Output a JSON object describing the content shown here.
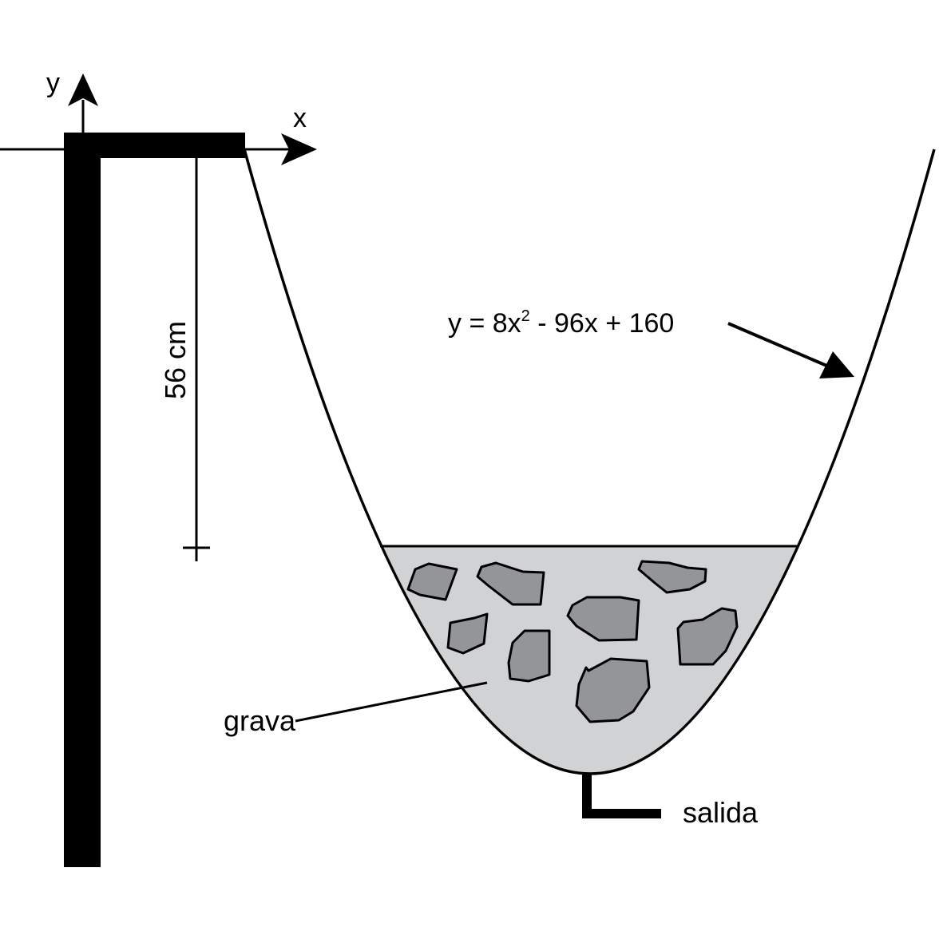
{
  "axes": {
    "x_label": "x",
    "y_label": "y"
  },
  "labels": {
    "depth": "56 cm",
    "equation_main": "y = 8x",
    "equation_exp": "2",
    "equation_rest": " - 96x + 160",
    "gravel": "grava",
    "outlet": "salida"
  },
  "colors": {
    "line": "#000000",
    "gravel_fill": "#d1d2d4",
    "stone_fill": "#939598",
    "background": "#ffffff"
  }
}
